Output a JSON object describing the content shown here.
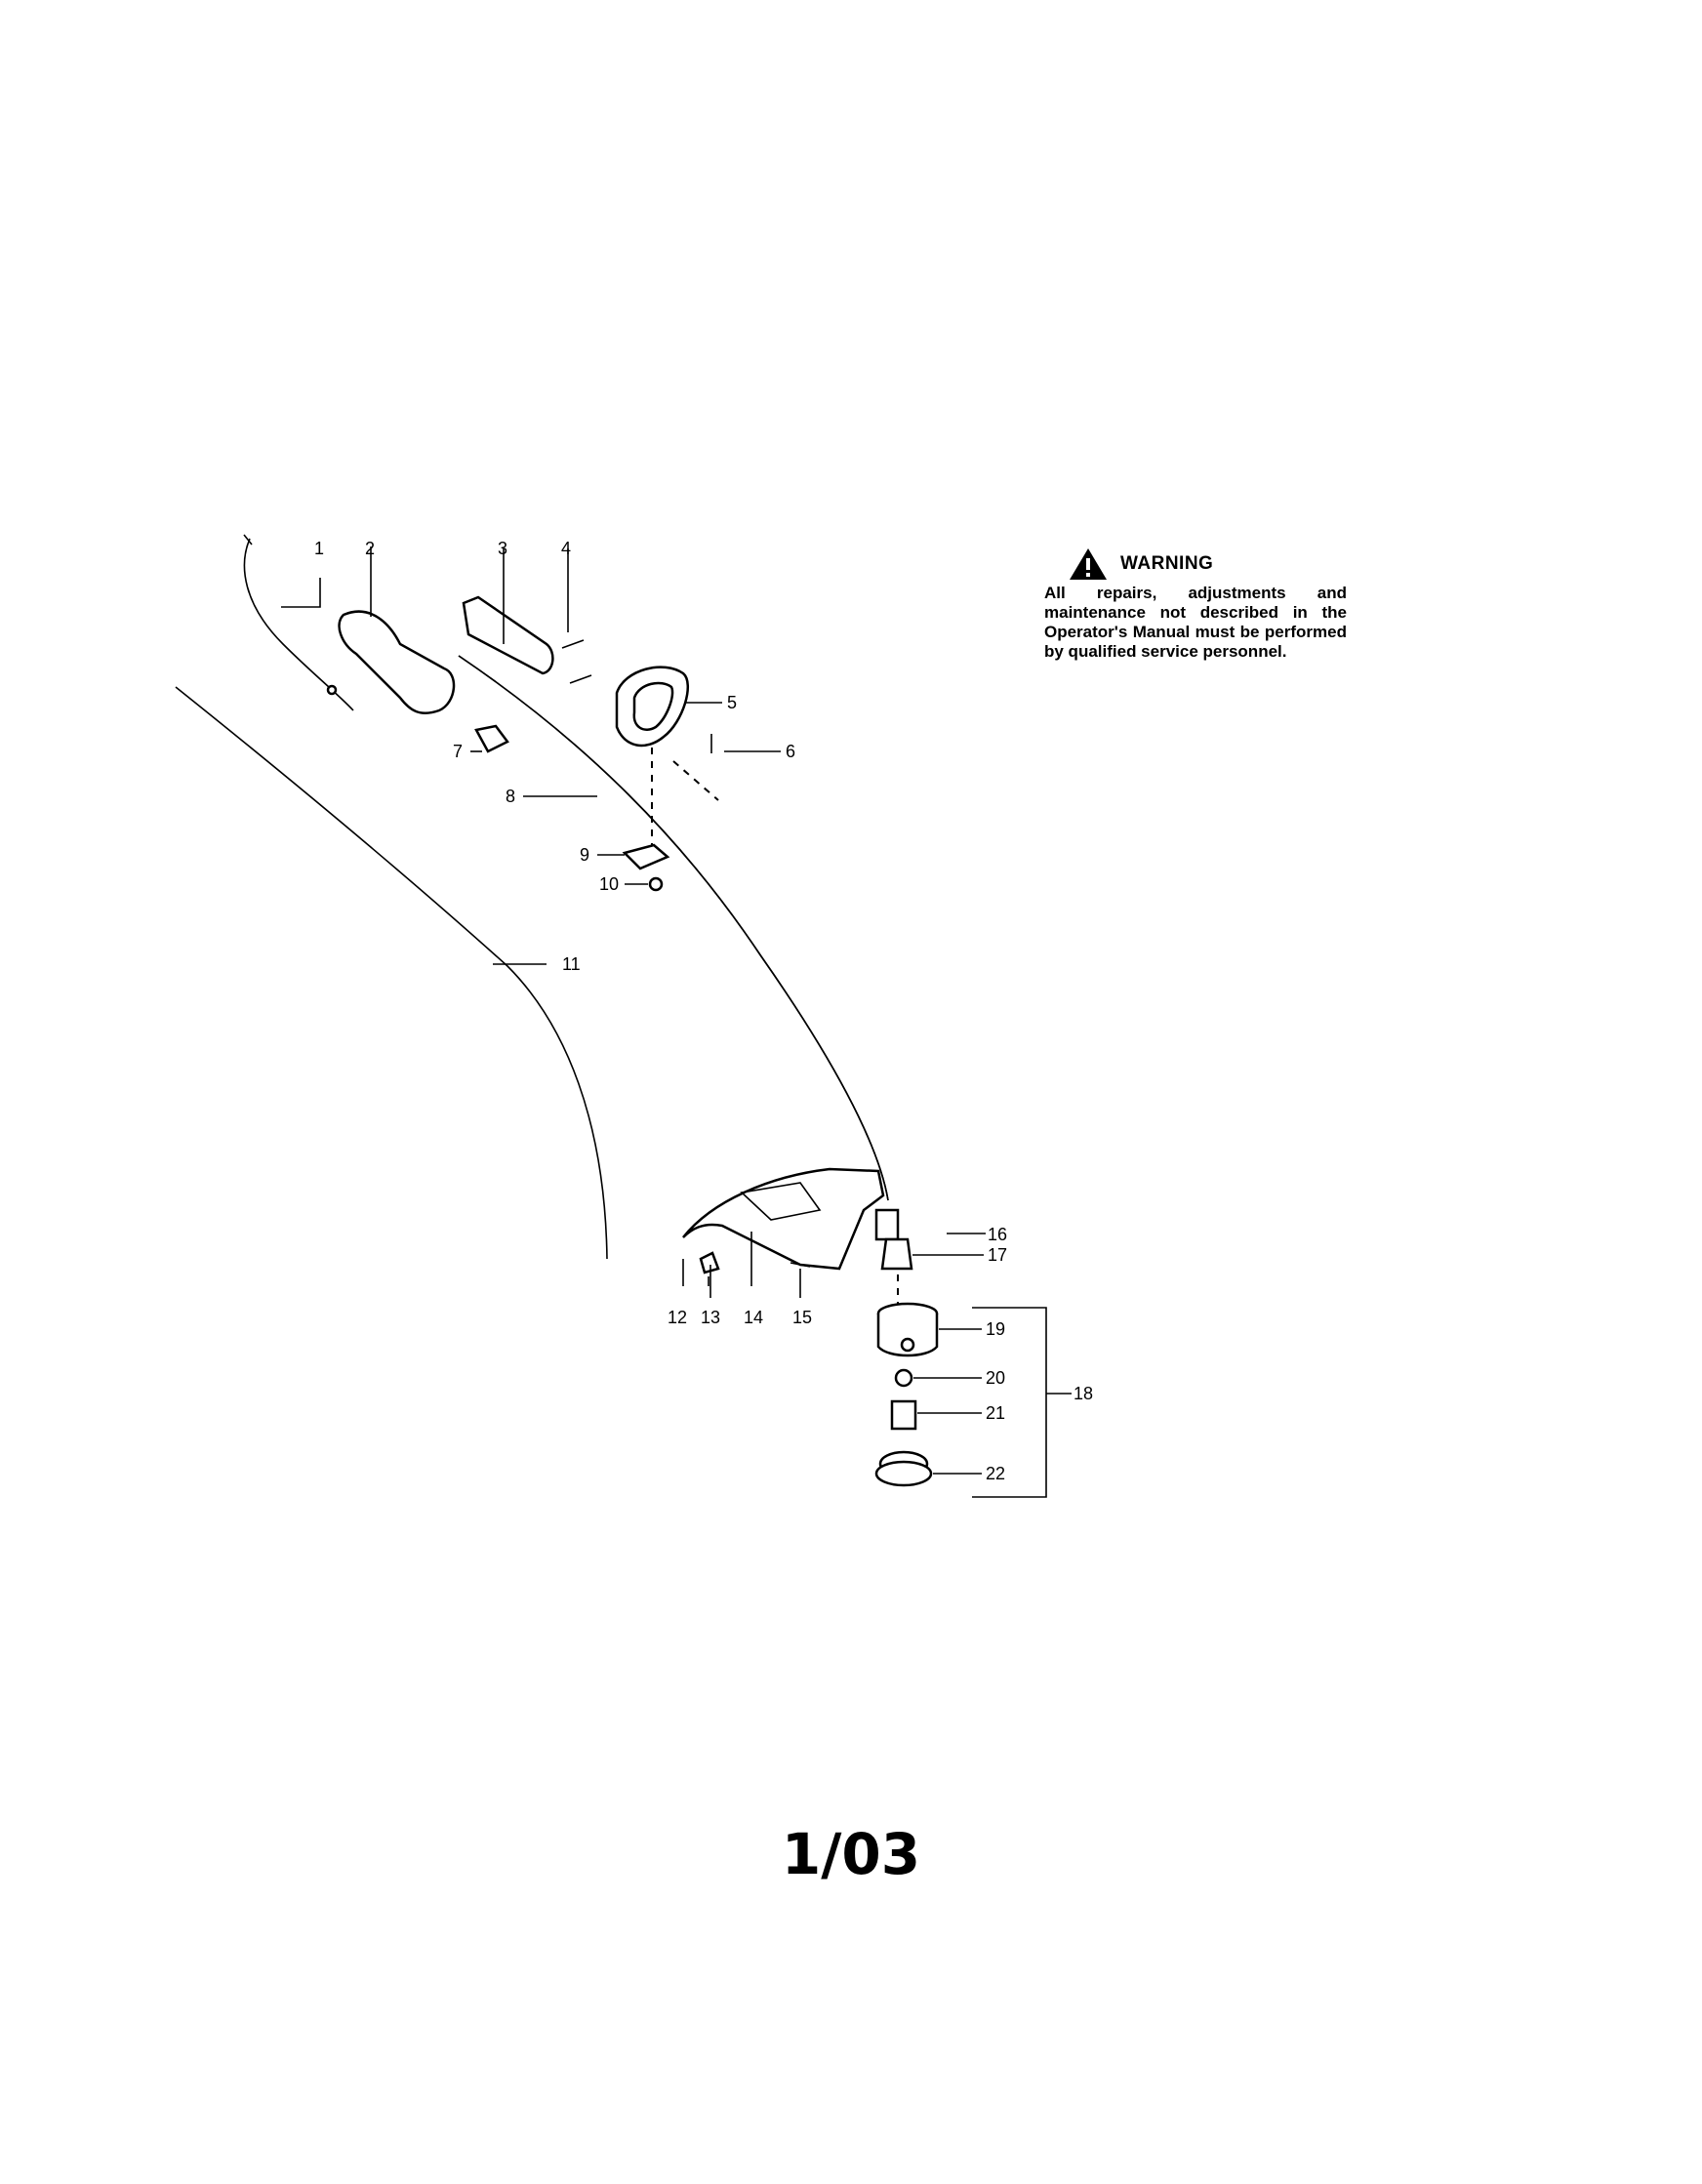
{
  "callouts": [
    "1",
    "2",
    "3",
    "4",
    "5",
    "6",
    "7",
    "8",
    "9",
    "10",
    "11",
    "12",
    "13",
    "14",
    "15",
    "16",
    "17",
    "18",
    "19",
    "20",
    "21",
    "22"
  ],
  "warning": {
    "title": "WARNING",
    "text": "All repairs, adjustments and maintenance not described in the Operator's Manual must be performed by qualified service personnel.",
    "icon": "warning-triangle-icon"
  },
  "page_date": "1/03",
  "colors": {
    "ink": "#000000",
    "paper": "#ffffff"
  }
}
